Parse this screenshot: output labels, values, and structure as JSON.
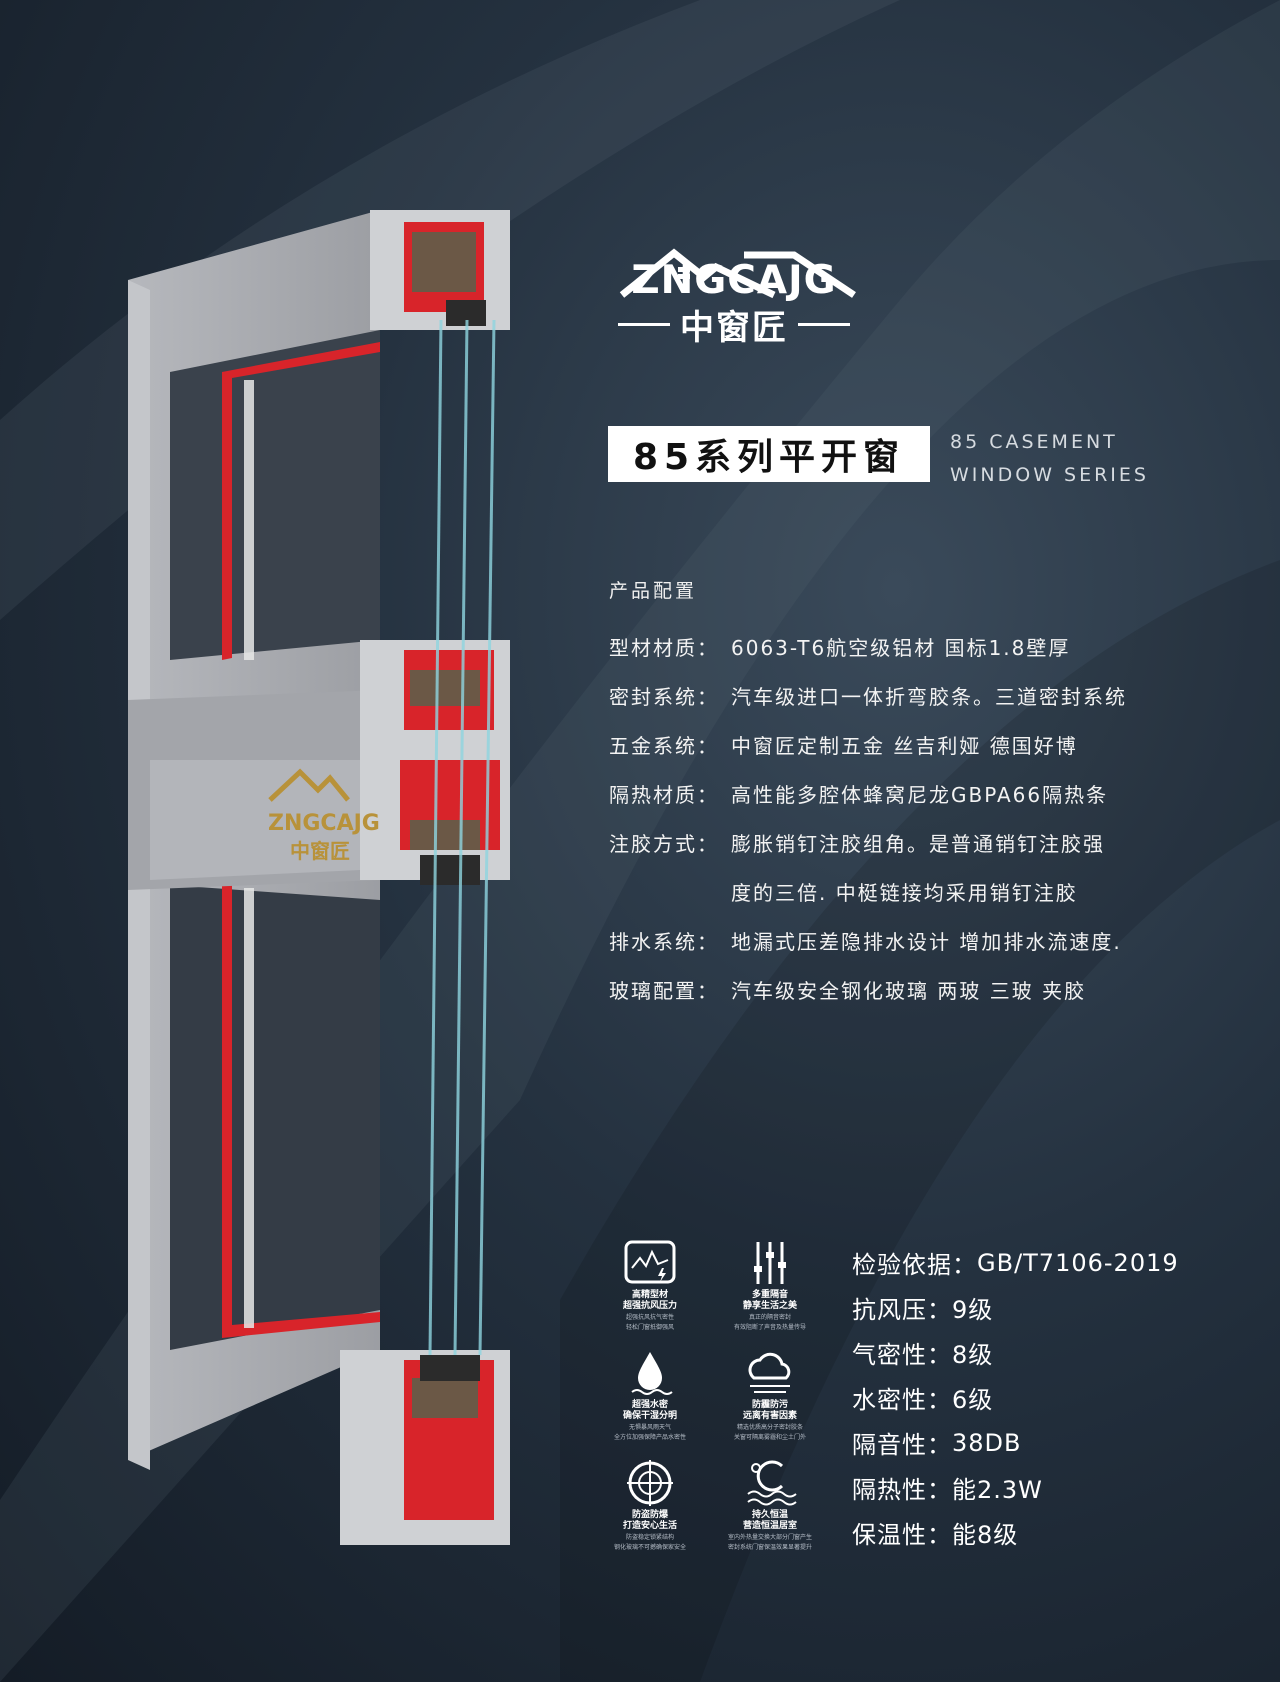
{
  "brand": {
    "name_en": "ZNGCAJG",
    "name_cn": "中窗匠"
  },
  "title": {
    "cn": "85系列平开窗",
    "en_line1": "85 CASEMENT",
    "en_line2": "WINDOW SERIES"
  },
  "spec": {
    "heading": "产品配置",
    "rows": [
      {
        "label": "型材材质：",
        "value": "6063-T6航空级铝材 国标1.8壁厚"
      },
      {
        "label": "密封系统：",
        "value": "汽车级进口一体折弯胶条。三道密封系统"
      },
      {
        "label": "五金系统：",
        "value": "中窗匠定制五金 丝吉利娅 德国好博"
      },
      {
        "label": "隔热材质：",
        "value": "高性能多腔体蜂窝尼龙GBPA66隔热条"
      },
      {
        "label": "注胶方式：",
        "value": "膨胀销钉注胶组角。是普通销钉注胶强"
      },
      {
        "label": "",
        "value": "度的三倍. 中梃链接均采用销钉注胶"
      },
      {
        "label": "排水系统：",
        "value": "地漏式压差隐排水设计 增加排水流速度."
      },
      {
        "label": "玻璃配置：",
        "value": "汽车级安全钢化玻璃 两玻 三玻 夹胶"
      }
    ]
  },
  "features": [
    {
      "icon": "pressure-monitor-icon",
      "title1": "高精型材",
      "title2": "超强抗风压力",
      "sub1": "超强抗风抗气密性",
      "sub2": "轻松门窗抵御强风"
    },
    {
      "icon": "equalizer-icon",
      "title1": "多重隔音",
      "title2": "静享生活之美",
      "sub1": "真正的隔音密封",
      "sub2": "有效阻断了声音及热量传导"
    },
    {
      "icon": "water-drop-icon",
      "title1": "超强水密",
      "title2": "确保干湿分明",
      "sub1": "无惧暴风雨天气",
      "sub2": "全方位加强保障产品水密性"
    },
    {
      "icon": "cloud-haze-icon",
      "title1": "防霾防污",
      "title2": "远离有害因素",
      "sub1": "精选优质高分子密封胶条",
      "sub2": "关窗可隔离雾霾和尘土门外"
    },
    {
      "icon": "target-icon",
      "title1": "防盗防爆",
      "title2": "打造安心生活",
      "sub1": "防盗稳定锁紧结构",
      "sub2": "钢化玻璃不可撼确保家安全"
    },
    {
      "icon": "sun-wave-icon",
      "title1": "持久恒温",
      "title2": "营造恒温居室",
      "sub1": "室内外热量交换大部分门窗产生",
      "sub2": "密封系统门窗保温效果显著提升"
    }
  ],
  "ratings": [
    {
      "label": "检验依据：",
      "value": "GB/T7106-2019"
    },
    {
      "label": "抗风压：",
      "value": "9级"
    },
    {
      "label": "气密性：",
      "value": "8级"
    },
    {
      "label": "水密性：",
      "value": "6级"
    },
    {
      "label": "隔音性：",
      "value": "38DB"
    },
    {
      "label": "隔热性：",
      "value": "能2.3W"
    },
    {
      "label": "保温性：",
      "value": "能8级"
    }
  ],
  "colors": {
    "frame": "#a9abb0",
    "accent": "#d8242a",
    "logo_gold": "#b8923a"
  }
}
